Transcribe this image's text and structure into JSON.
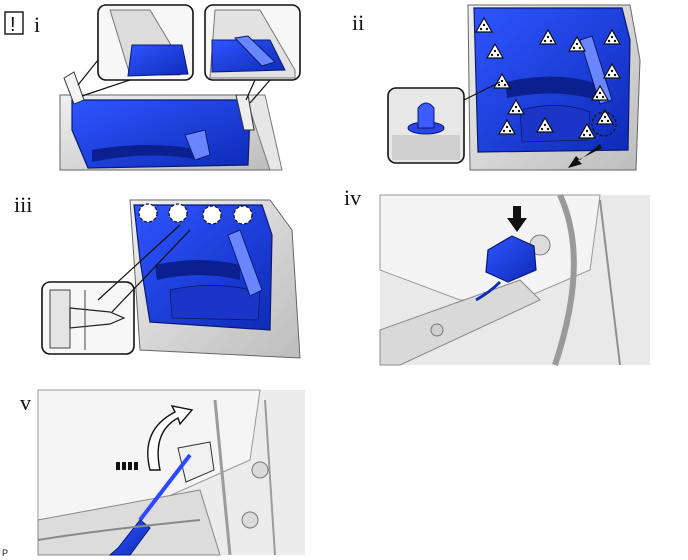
{
  "steps": [
    {
      "label": "i"
    },
    {
      "label": "ii"
    },
    {
      "label": "iii"
    },
    {
      "label": "iv"
    },
    {
      "label": "v"
    }
  ],
  "caution_symbol": "!",
  "footer_code": "P",
  "colors": {
    "trim_blue": "#1f3fe0",
    "trim_dark": "#0b1f8f",
    "frame_grey": "#d6d6d6",
    "outline": "#222222"
  },
  "icons": [
    "caution-icon",
    "clip-triangle-icon",
    "removal-arrow-icon",
    "pointer-arrow-icon",
    "rotate-arrow-icon",
    "screwdriver-icon"
  ]
}
